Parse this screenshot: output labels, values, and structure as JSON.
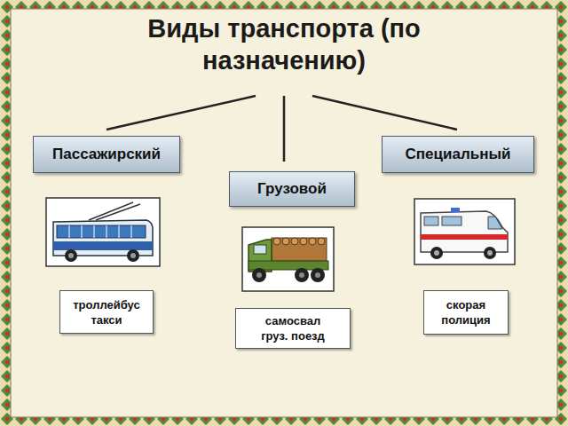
{
  "diagram": {
    "title": "Виды транспорта (по назначению)",
    "nodes": [
      {
        "text": [
          "Пассажирский"
        ]
      },
      {
        "text": [
          "Специальный"
        ]
      },
      {
        "text": [
          "Грузовой"
        ]
      },
      {
        "text": [
          "троллейбус такси"
        ]
      },
      {
        "text": [
          "скорая полиция"
        ]
      },
      {
        "text": [
          "самосвал груз. поезд"
        ]
      }
    ]
  }
}
